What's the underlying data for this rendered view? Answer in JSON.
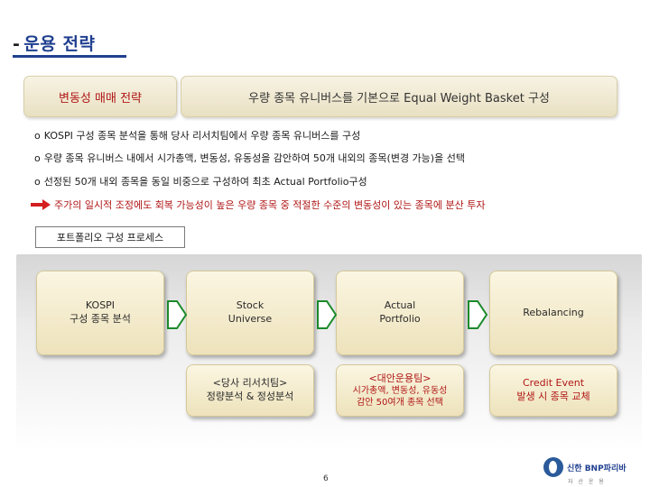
{
  "title": {
    "dash": "-",
    "text": "운용 전략"
  },
  "banner": {
    "left": "변동성 매매 전략",
    "right": "우량 종목 유니버스를 기본으로 Equal Weight Basket 구성"
  },
  "bullets": [
    {
      "mark": "o",
      "text": "KOSPI 구성 종목 분석을 통해 당사 리서치팀에서 우량 종목 유니버스를 구성"
    },
    {
      "mark": "o",
      "text": "우량 종목 유니버스 내에서 시가총액, 변동성, 유동성을 감안하여 50개 내외의 종목(변경 가능)을 선택"
    },
    {
      "mark": "o",
      "text": "선정된 50개 내외 종목을 동일 비중으로 구성하여 최초 Actual Portfolio구성"
    }
  ],
  "highlight": "주가의 일시적 조정에도 회복 가능성이 높은 우량 종목 중 적절한 수준의 변동성이 있는 종목에 분산 투자",
  "process_label": "포트폴리오 구성 프로세스",
  "steps": [
    {
      "line1": "KOSPI",
      "line2": "구성 종목 분석"
    },
    {
      "line1": "Stock",
      "line2": "Universe"
    },
    {
      "line1": "Actual",
      "line2": "Portfolio"
    },
    {
      "line1": "Rebalancing",
      "line2": ""
    }
  ],
  "details": [
    {
      "line1": "<당사 리서치팀>",
      "line2": "정량분석 & 정성분석",
      "line3": ""
    },
    {
      "line1": "<대안운용팀>",
      "line2": "시가총액, 변동성, 유동성",
      "line3": "감안 50여개 종목 선택"
    },
    {
      "line1": "Credit Event",
      "line2": "발생 시 종목 교체",
      "line3": ""
    }
  ],
  "page_number": "6",
  "logo": {
    "name": "신한 BNP파리바",
    "sub": "자 산 운 용"
  },
  "colors": {
    "title": "#1f3f8f",
    "accent_red": "#b01616",
    "box_fill": "#f3ebcd"
  }
}
